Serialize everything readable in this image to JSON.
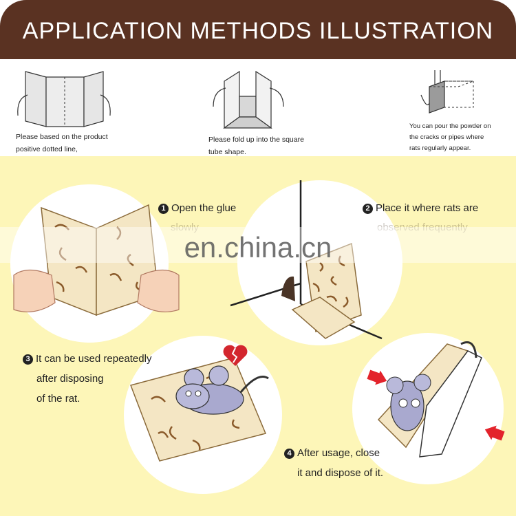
{
  "header": {
    "title": "APPLICATION METHODS ILLUSTRATION"
  },
  "top_steps": [
    {
      "line1": "Please based on the product",
      "line2": "positive dotted line,"
    },
    {
      "line1": "Please fold up into the square",
      "line2": "tube shape."
    },
    {
      "line1": "You can pour the powder on",
      "line2": "the cracks or pipes where",
      "line3": "rats regularly appear."
    }
  ],
  "steps": [
    {
      "num": "1",
      "line1": "Open the glue",
      "line2": "slowly"
    },
    {
      "num": "2",
      "line1": "Place it where rats are",
      "line2": "observed frequently"
    },
    {
      "num": "3",
      "line1": "It can be used repeatedly",
      "line2": "after disposing",
      "line3": "of the rat."
    },
    {
      "num": "4",
      "line1": "After usage, close",
      "line2": "it and dispose of it."
    }
  ],
  "watermark": {
    "text": "en.china.cn"
  },
  "colors": {
    "banner": "#5a3222",
    "panel": "#fdf6b8",
    "heart": "#d3262e",
    "arrow": "#e3232b"
  }
}
